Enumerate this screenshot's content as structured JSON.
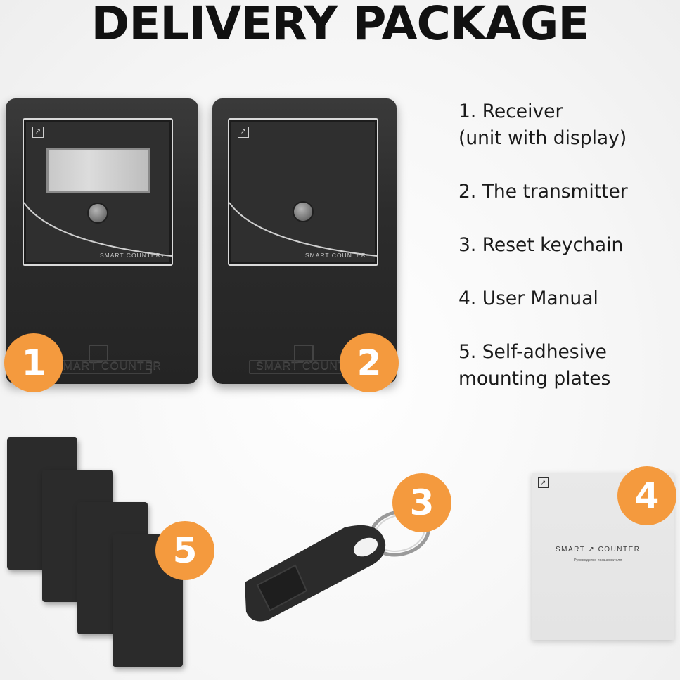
{
  "title": "DELIVERY PACKAGE",
  "items": [
    {
      "lines": [
        "1. Receiver",
        "(unit with display)"
      ]
    },
    {
      "lines": [
        "2. The transmitter"
      ]
    },
    {
      "lines": [
        "3. Reset keychain"
      ]
    },
    {
      "lines": [
        "4. User Manual"
      ]
    },
    {
      "lines": [
        "5. Self-adhesive",
        "mounting plates"
      ]
    }
  ],
  "device_brand": "SMART COUNTER+",
  "emboss_brand_1": "SMART COUNTER",
  "emboss_brand_2": "SMART COUNTE",
  "badges": [
    "1",
    "2",
    "3",
    "4",
    "5"
  ],
  "manual": {
    "title": "SMART ↗ COUNTER",
    "subtitle": "Руководство пользователя"
  },
  "icons": [
    "arrow-corner-icon"
  ],
  "colors": {
    "badge": "#f49a3e",
    "device": "#2c2c2c",
    "text": "#111111"
  }
}
